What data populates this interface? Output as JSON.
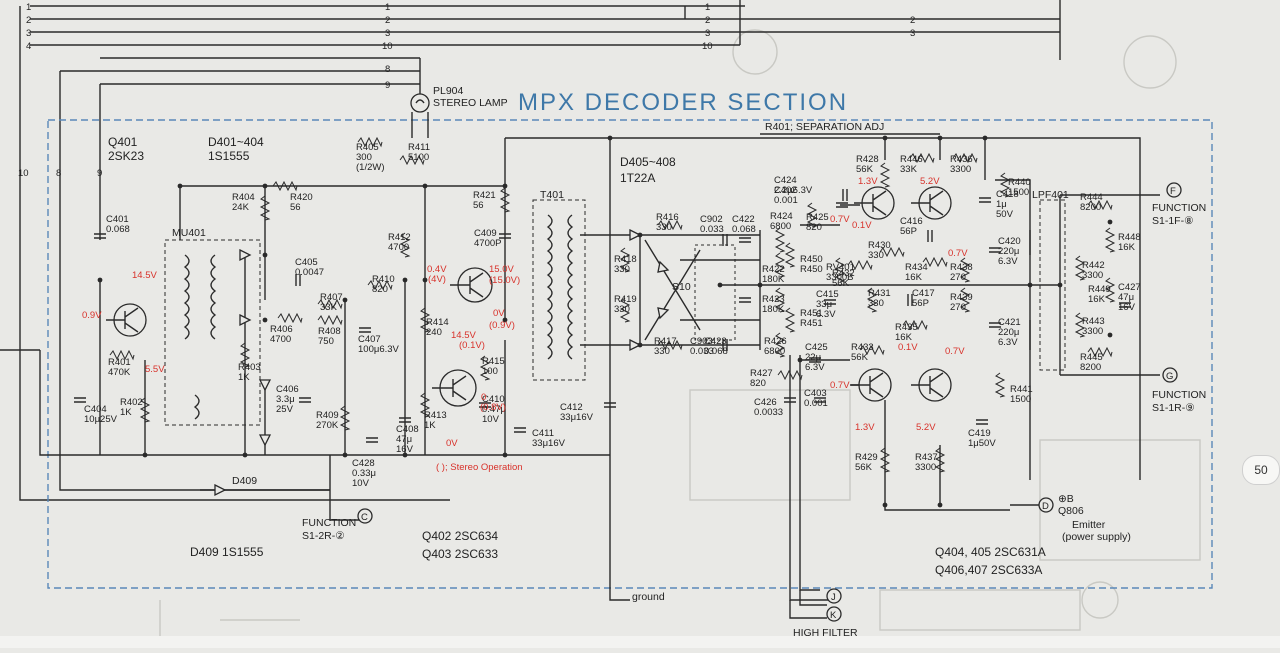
{
  "section_title": "MPX DECODER SECTION",
  "page_number": "50",
  "lamp": {
    "ref": "PL904",
    "name": "STEREO LAMP"
  },
  "sep_adj": "R401; SEPARATION ADJ",
  "stereo_note": "( ); Stereo Operation",
  "rail_numbers": {
    "left": [
      "1",
      "2",
      "3",
      "4"
    ],
    "mid": [
      "1",
      "2",
      "3",
      "10",
      "8",
      "9"
    ],
    "right": [
      "1",
      "2",
      "3",
      "10"
    ],
    "far": [
      "2",
      "3"
    ],
    "vertical": [
      "10",
      "8",
      "9"
    ]
  },
  "blocks": {
    "q401": [
      "Q401",
      "2SK23"
    ],
    "d401": [
      "D401~404",
      "1S1555"
    ],
    "d405": [
      "D405~408",
      "1T22A"
    ],
    "mu": "MU401",
    "t401": "T401",
    "lpf": "LPF401",
    "s10": "S10",
    "d409_name": "D409",
    "d409": "D409  1S1555",
    "q402": "Q402  2SC634",
    "q403": "Q403  2SC633",
    "q404": "Q404, 405  2SC631A",
    "q406": "Q406,407  2SC633A"
  },
  "terminals": {
    "f": {
      "letter": "F",
      "l1": "FUNCTION",
      "l2": "S1-1F-⑧"
    },
    "g": {
      "letter": "G",
      "l1": "FUNCTION",
      "l2": "S1-1R-⑨"
    },
    "c": {
      "letter": "C",
      "l1": "FUNCTION",
      "l2": "S1-2R-②"
    },
    "d": {
      "letter": "D",
      "l1": "⊕B",
      "l2": "Q806",
      "l3": "Emitter",
      "l4": "(power supply)"
    },
    "j": {
      "letter": "J"
    },
    "k": {
      "letter": "K"
    },
    "ground": "ground",
    "high_filter": "HIGH FILTER"
  },
  "parts": [
    [
      "R405",
      "300",
      "(1/2W)"
    ],
    [
      "R411",
      "5100"
    ],
    [
      "R404",
      "24K"
    ],
    [
      "R420",
      "56"
    ],
    [
      "C401",
      "0.068"
    ],
    [
      "R401",
      "470K"
    ],
    [
      "R402",
      "1K"
    ],
    [
      "C404",
      "10μ25V"
    ],
    [
      "R403",
      "1K"
    ],
    [
      "R406",
      "4700"
    ],
    [
      "C406",
      "3.3μ",
      "25V"
    ],
    [
      "R407",
      "33K"
    ],
    [
      "R408",
      "750"
    ],
    [
      "C407",
      "100μ6.3V"
    ],
    [
      "C405",
      "0.0047"
    ],
    [
      "R410",
      "820"
    ],
    [
      "R412",
      "4700"
    ],
    [
      "R409",
      "270K"
    ],
    [
      "C428",
      "0.33μ",
      "10V"
    ],
    [
      "C408",
      "47μ",
      "16V"
    ],
    [
      "R413",
      "1K"
    ],
    [
      "R414",
      "240"
    ],
    [
      "R421",
      "56"
    ],
    [
      "C409",
      "4700P"
    ],
    [
      "R415",
      "100"
    ],
    [
      "C410",
      "0.47μ",
      "10V"
    ],
    [
      "C411",
      "33μ16V"
    ],
    [
      "C412",
      "33μ16V"
    ],
    [
      "R416",
      "330"
    ],
    [
      "R418",
      "330"
    ],
    [
      "R419",
      "330"
    ],
    [
      "R417",
      "330"
    ],
    [
      "C902",
      "0.033"
    ],
    [
      "C903",
      "0.033"
    ],
    [
      "C422",
      "0.068"
    ],
    [
      "C423",
      "0.068"
    ],
    [
      "R424",
      "6800"
    ],
    [
      "R422",
      "180K"
    ],
    [
      "R423",
      "180K"
    ],
    [
      "R426",
      "6800"
    ],
    [
      "R427",
      "820"
    ],
    [
      "C426",
      "0.0033"
    ],
    [
      "C424",
      "2.2μ6.3V"
    ],
    [
      "C402",
      "0.001"
    ],
    [
      "R425",
      "820"
    ],
    [
      "R428",
      "56K"
    ],
    [
      "R446",
      "33K"
    ],
    [
      "R436",
      "3300"
    ],
    [
      "C416",
      "56P"
    ],
    [
      "R430",
      "330"
    ],
    [
      "R434",
      "16K"
    ],
    [
      "R432",
      "56K"
    ],
    [
      "RV401",
      "3300B"
    ],
    [
      "C415",
      "33μ",
      "6.3V"
    ],
    [
      "R431",
      "330"
    ],
    [
      "C417",
      "56P"
    ],
    [
      "R435",
      "16K"
    ],
    [
      "R433",
      "56K"
    ],
    [
      "C425",
      "22μ",
      "6.3V"
    ],
    [
      "C403",
      "0.001"
    ],
    [
      "R429",
      "56K"
    ],
    [
      "R437",
      "3300"
    ],
    [
      "C418",
      "1μ",
      "50V"
    ],
    [
      "R440",
      "1500"
    ],
    [
      "R438",
      "270"
    ],
    [
      "R439",
      "270"
    ],
    [
      "C420",
      "220μ",
      "6.3V"
    ],
    [
      "C421",
      "220μ",
      "6.3V"
    ],
    [
      "R441",
      "1500"
    ],
    [
      "C419",
      "1μ50V"
    ],
    [
      "R444",
      "8200"
    ],
    [
      "R448",
      "16K"
    ],
    [
      "R442",
      "3300"
    ],
    [
      "R449",
      "16K"
    ],
    [
      "R443",
      "3300"
    ],
    [
      "C427",
      "47μ",
      "16V"
    ],
    [
      "R445",
      "8200"
    ],
    [
      "R450",
      "R450"
    ],
    [
      "R451",
      "R451"
    ]
  ],
  "voltages": [
    "14.5V",
    "0.9V",
    "5.5V",
    "0.4V",
    "(4V)",
    "15.0V",
    "(15.0V)",
    "0V",
    "(0.9V)",
    "14.5V",
    "(0.1V)",
    "0",
    "(0.8V)",
    "0V",
    "1.3V",
    "5.2V",
    "0.1V",
    "0.7V",
    "0.7V",
    "0.1V",
    "0.7V",
    "0.7V",
    "1.3V",
    "5.2V"
  ],
  "colors": {
    "section_blue": "#3e78a8",
    "voltage_red": "#d8322b",
    "wire": "#2a2a2a",
    "paper": "#e9e9e6"
  }
}
